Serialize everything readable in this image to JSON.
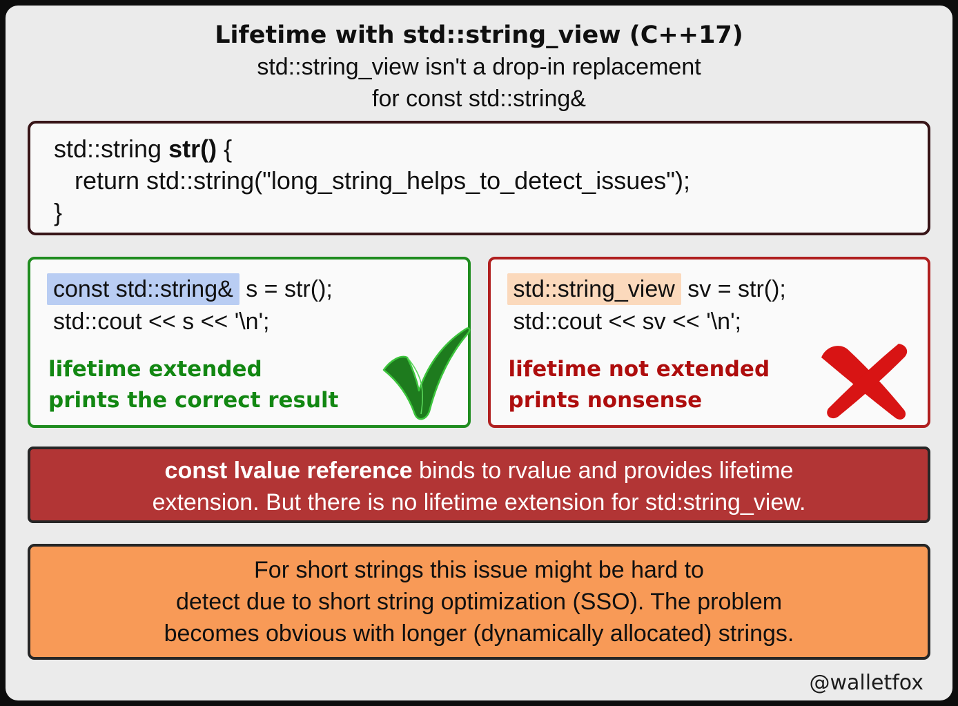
{
  "page": {
    "title": "Lifetime with std::string_view (C++17)",
    "subtitle_line1": "std::string_view isn't a drop-in replacement",
    "subtitle_line2": "for const std::string&",
    "watermark": "@walletfox"
  },
  "code_box": {
    "line1_pre": "std::string ",
    "line1_bold": "str()",
    "line1_post": " {",
    "line2": "return std::string(\"long_string_helps_to_detect_issues\");",
    "line3": "}"
  },
  "good_case": {
    "highlight": "const std::string&",
    "code1_rest": " s = str();",
    "code2": "std::cout << s << '\\n';",
    "verdict_line1": "lifetime extended",
    "verdict_line2": "prints the correct result",
    "icon": "checkmark-icon"
  },
  "bad_case": {
    "highlight": "std::string_view",
    "code1_rest": " sv = str();",
    "code2": "std::cout << sv << '\\n';",
    "verdict_line1": "lifetime not extended",
    "verdict_line2": "prints nonsense",
    "icon": "x-mark-icon"
  },
  "banner": {
    "bold": "const lvalue reference",
    "line1_rest": " binds to rvalue and provides lifetime",
    "line2": "extension. But there is no lifetime extension for std:string_view."
  },
  "note": {
    "line1": "For short strings this issue might be hard to",
    "line2": "detect due to short string optimization (SSO). The problem",
    "line3": "becomes obvious with longer (dynamically allocated) strings."
  },
  "colors": {
    "background": "#ebebeb",
    "frame": "#0d0d0d",
    "code_box_border": "#381518",
    "good_green": "#128712",
    "bad_red": "#ae0d0d",
    "highlight_blue": "#b9cdf3",
    "highlight_peach": "#fbd9bc",
    "banner_red": "#b23535",
    "note_orange": "#f89a57",
    "check_fill": "#1e7b1e",
    "x_fill": "#d81414"
  }
}
